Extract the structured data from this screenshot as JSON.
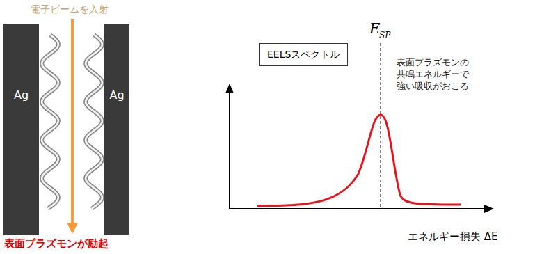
{
  "diagram": {
    "nodes": [
      {
        "text": [
          "Ag"
        ]
      },
      {
        "text": [
          "Ag"
        ]
      },
      {
        "text": [
          "EELSスペクトル"
        ]
      }
    ],
    "labels": [
      "電子ビームを入射",
      "表面プラズモンが励起",
      "E",
      "SP",
      "表面プラズモンの 共鳴エネルギーで 強い吸収がおこる",
      "エネルギー損失 ΔE"
    ]
  }
}
